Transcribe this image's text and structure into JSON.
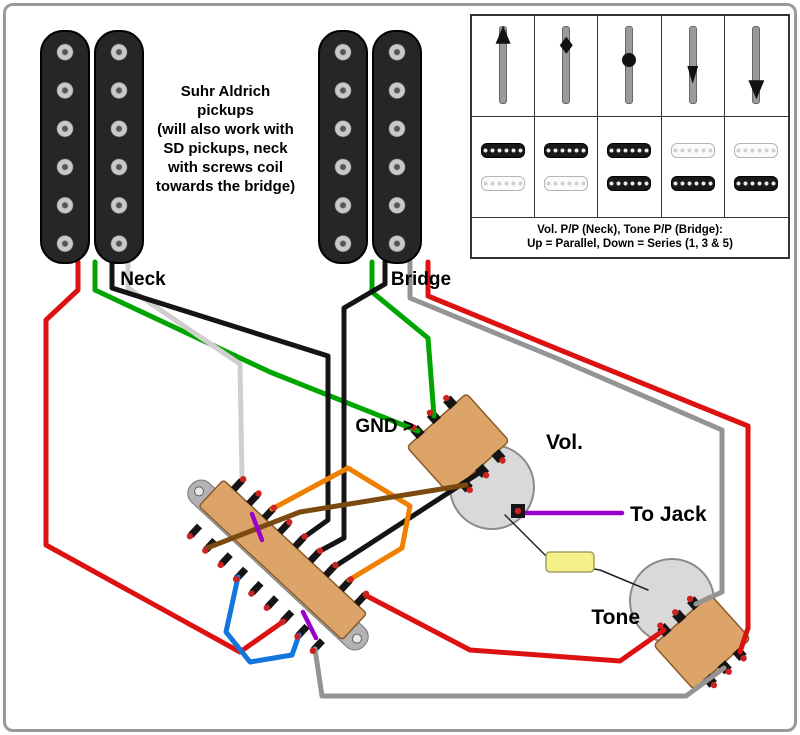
{
  "labels": {
    "note": "Suhr Aldrich\npickups\n(will also work with\nSD pickups, neck\nwith screws coil\ntowards the bridge)",
    "neck": "Neck",
    "bridge": "Bridge",
    "gnd": "GND >",
    "vol": "Vol.",
    "to_jack": "To Jack",
    "tone": "Tone"
  },
  "legend": {
    "caption_line1": "Vol. P/P (Neck), Tone P/P (Bridge):",
    "caption_line2": "Up = Parallel, Down = Series (1, 3 & 5)",
    "positions": [
      {
        "name": "position-1",
        "knob": "up",
        "travel": 0.03,
        "neck_active": true,
        "bridge_active": false
      },
      {
        "name": "position-2",
        "knob": "diamond",
        "travel": 0.22,
        "neck_active": true,
        "bridge_active": false
      },
      {
        "name": "position-3",
        "knob": "ball",
        "travel": 0.5,
        "neck_active": true,
        "bridge_active": true
      },
      {
        "name": "position-4",
        "knob": "down-narrow",
        "travel": 0.72,
        "neck_active": false,
        "bridge_active": true
      },
      {
        "name": "position-5",
        "knob": "down",
        "travel": 0.97,
        "neck_active": false,
        "bridge_active": true
      }
    ]
  },
  "colors": {
    "wire_red": "#dd1111",
    "wire_green": "#00a500",
    "wire_black": "#141414",
    "wire_white": "#cfcfcf",
    "wire_gray": "#949494",
    "wire_orange": "#f08000",
    "wire_brown": "#7a4a10",
    "wire_purple": "#9900cc",
    "wire_blue": "#1177dd",
    "capacitor": "#f5f08a",
    "pot_body": "#d9d9d9",
    "casing": "#dca468",
    "lug_dot": "#cc2222",
    "pickup_black": "#262626"
  }
}
